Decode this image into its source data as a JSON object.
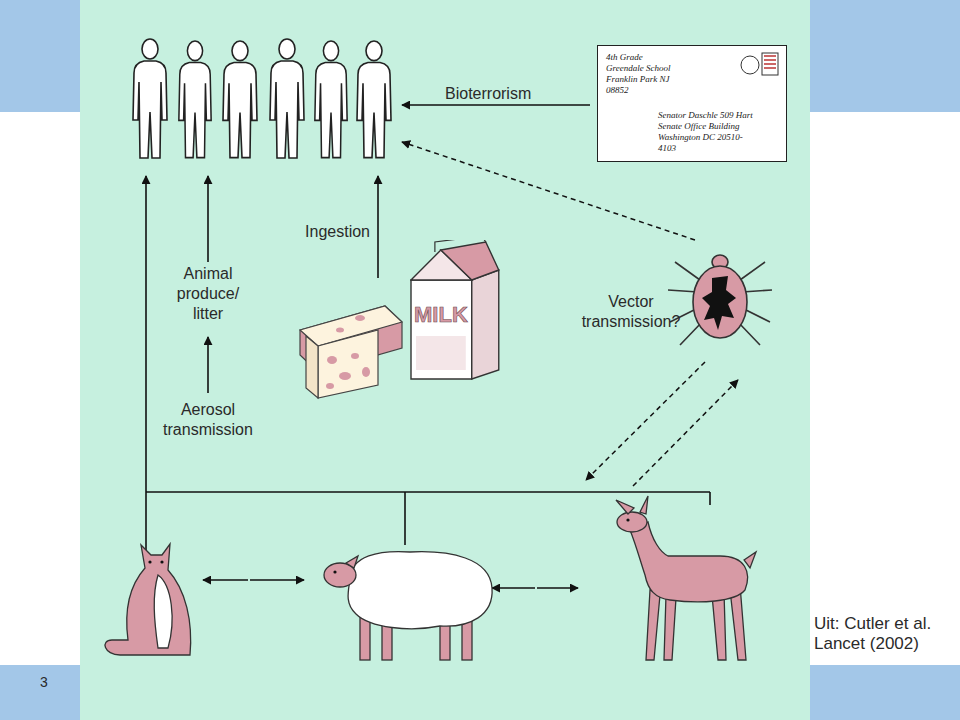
{
  "diagram": {
    "nodes": [
      {
        "text": [
          "4th Grade Greendale School Franklin Park NJ 08852",
          "Senator Daschle 509 Hart Senate Office Building Washington DC 20510-4103"
        ]
      },
      {
        "text": [
          "MILK"
        ]
      }
    ],
    "labels": [
      "Bioterrorism",
      "Ingestion",
      "Animal produce/ litter",
      "Aerosol transmission",
      "Vector transmission?",
      "Uit: Cutler et al. Lancet (2002)",
      "3"
    ]
  }
}
